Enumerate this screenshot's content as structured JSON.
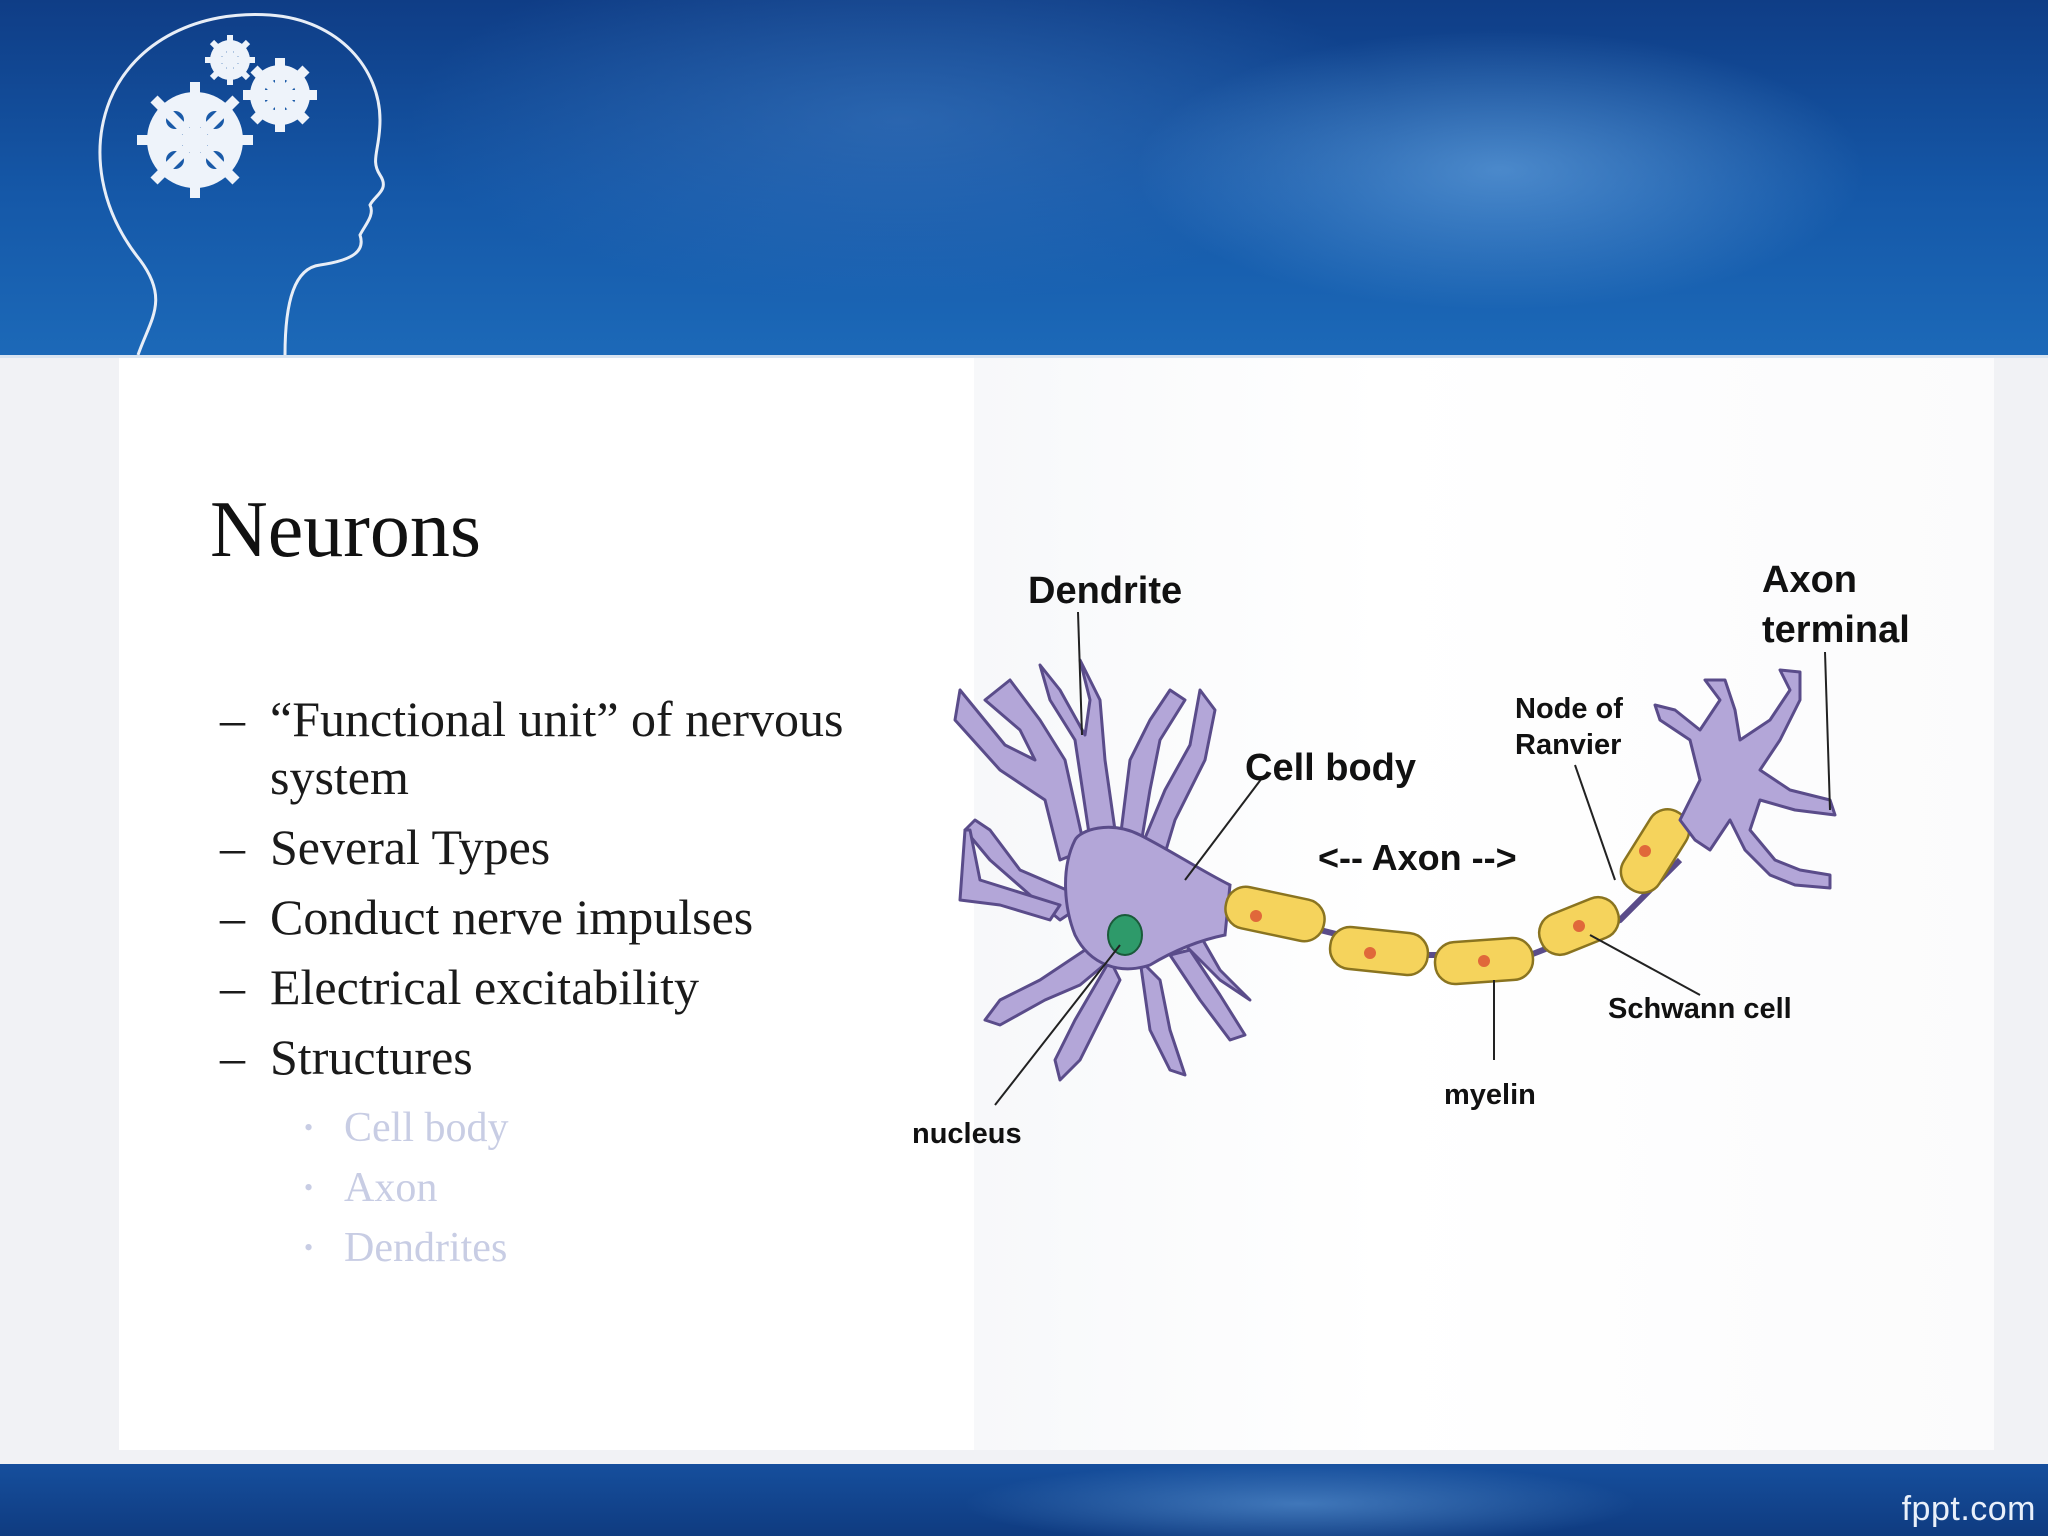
{
  "slide": {
    "title": "Neurons",
    "bullets": [
      "“Functional unit” of nervous system",
      "Several Types",
      "Conduct nerve impulses",
      "Electrical excitability",
      "Structures"
    ],
    "sub_bullets": [
      "Cell body",
      "Axon",
      "Dendrites"
    ],
    "dash_glyph": "–",
    "dot_glyph": "•"
  },
  "diagram": {
    "labels": {
      "dendrite": "Dendrite",
      "cell_body": "Cell body",
      "axon": "<-- Axon -->",
      "node_of_ranvier_line1": "Node of",
      "node_of_ranvier_line2": "Ranvier",
      "axon_terminal_line1": "Axon",
      "axon_terminal_line2": "terminal",
      "schwann_cell": "Schwann cell",
      "myelin": "myelin",
      "nucleus": "nucleus"
    },
    "colors": {
      "neuron_fill": "#b3a6d8",
      "neuron_stroke": "#5a4c8a",
      "myelin_fill": "#f5d35c",
      "myelin_stroke": "#8a7420",
      "schwann_nucleus": "#e0683a",
      "nucleus_fill": "#2e9a6a"
    }
  },
  "branding": {
    "logo_text": "fppt.com",
    "banner_color": "#1558a8"
  }
}
